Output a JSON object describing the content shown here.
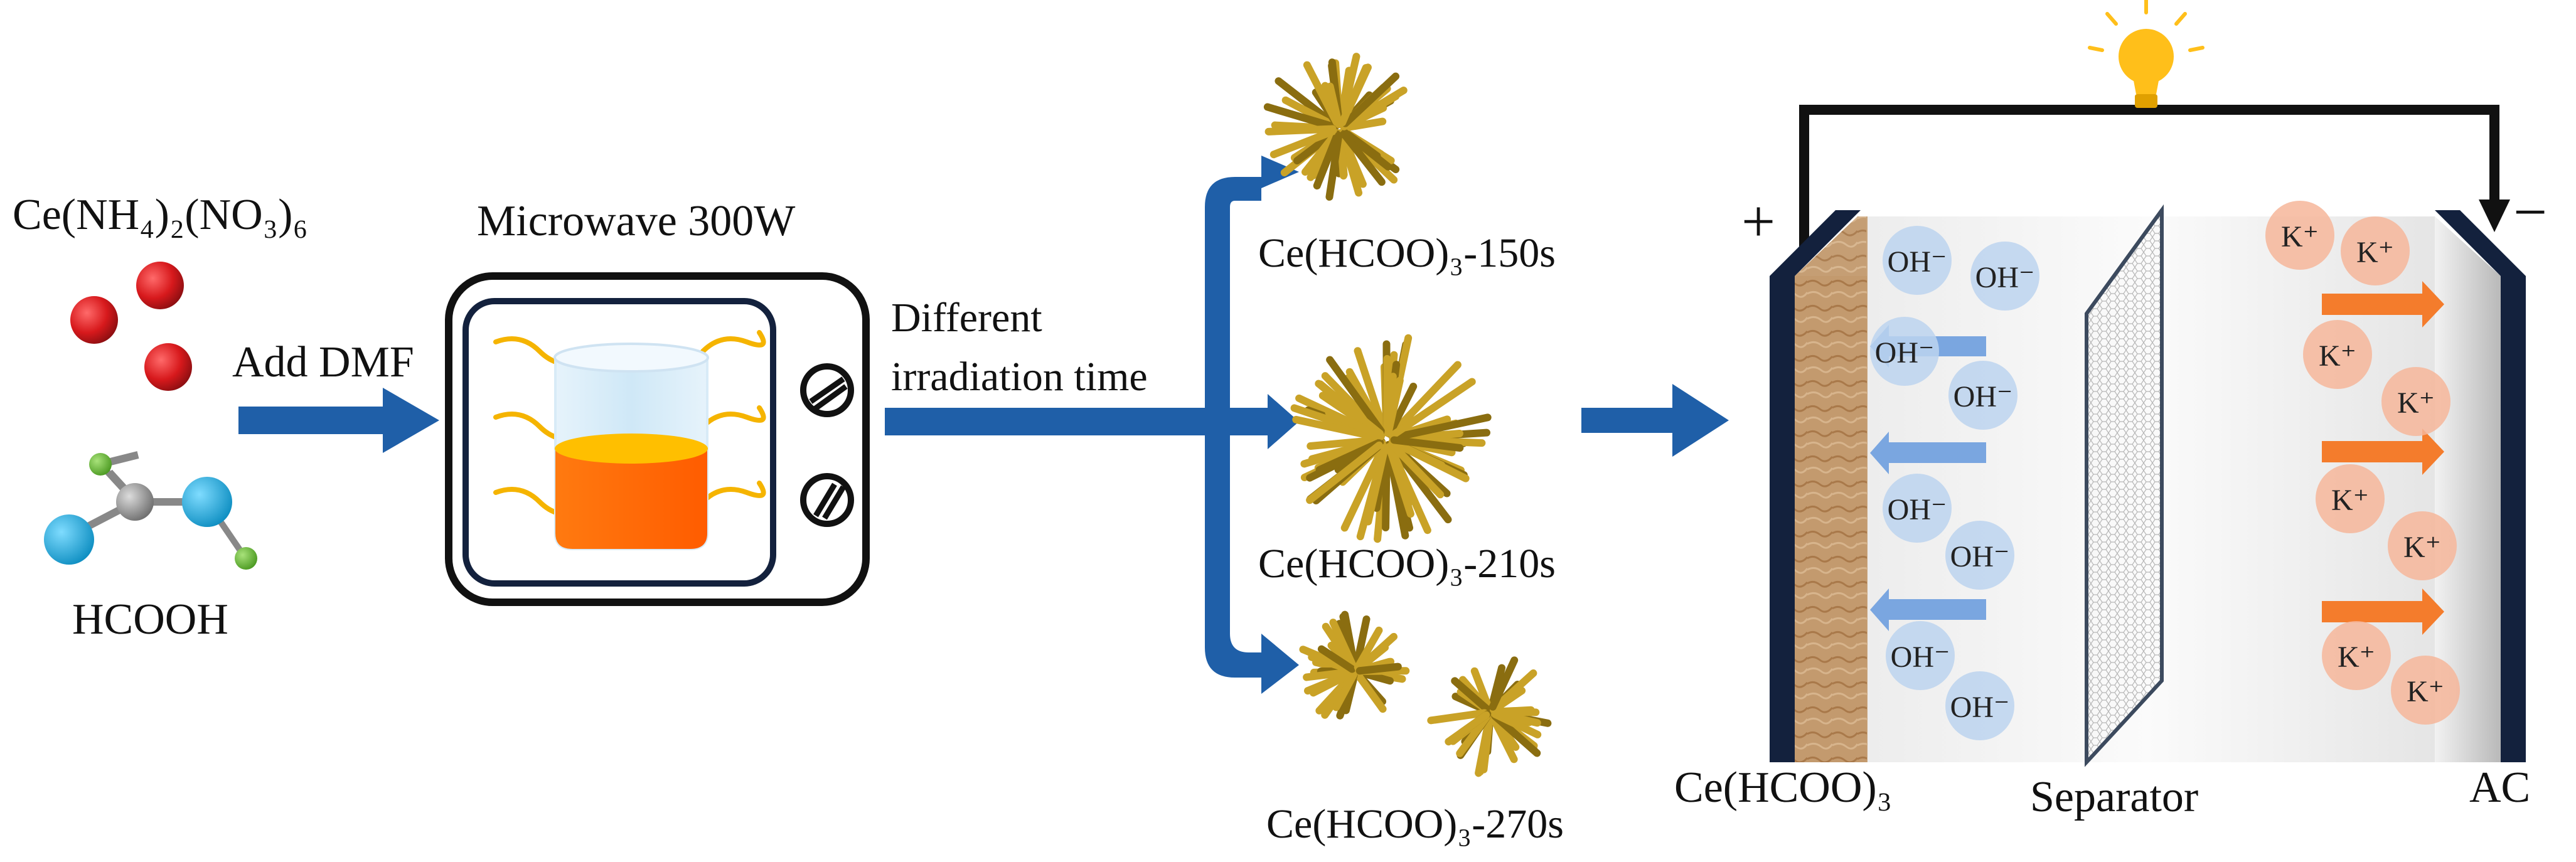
{
  "reagents": {
    "ce_salt": "Ce(NH₄)₂(NO₃)₆",
    "acid": "HCOOH"
  },
  "steps": {
    "add_solvent": "Add DMF",
    "microwave": "Microwave 300W",
    "irradiation_line1": "Different",
    "irradiation_line2": "irradiation time"
  },
  "products": [
    {
      "label": "Ce(HCOO)₃-150s"
    },
    {
      "label": "Ce(HCOO)₃-210s"
    },
    {
      "label": "Ce(HCOO)₃-270s"
    }
  ],
  "device": {
    "electrode_left": "Ce(HCOO)₃",
    "separator": "Separator",
    "electrode_right": "AC",
    "plus": "+",
    "minus": "−",
    "anion": "OH⁻",
    "cation": "K⁺"
  },
  "colors": {
    "flow_arrow": "#1f5fa8",
    "ce_ion": "#d7191c",
    "oxygen": "#1aa7d8",
    "hydrogen": "#6dbb3a",
    "carbon": "#8a8a8a",
    "liquid": "#ff6b00",
    "nanostructure": "#c9a227",
    "anion_bubble": "#bcd3ee",
    "cation_bubble": "#f6b69a",
    "anion_arrow": "#7aa6e0",
    "cation_arrow": "#f47c2c",
    "electrode_frame": "#13213d",
    "bulb": "#ffbf1a"
  },
  "icons": [
    "lightbulb-icon",
    "microwave-icon",
    "beaker-icon",
    "molecule-icon"
  ]
}
